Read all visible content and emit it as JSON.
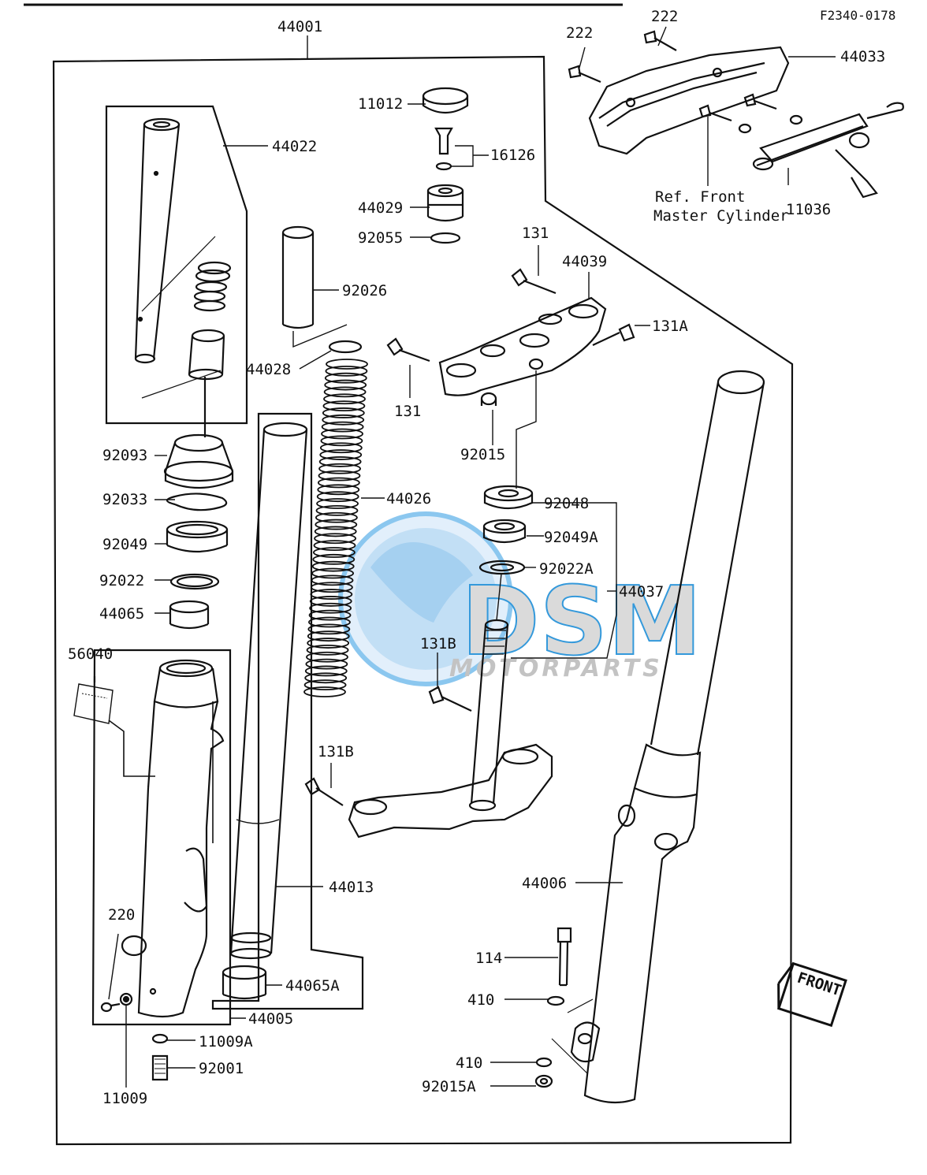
{
  "diagram": {
    "code": "F2340-0178",
    "labels": {
      "l44001": "44001",
      "l44022": "44022",
      "l11012": "11012",
      "l16126": "16126",
      "l44029": "44029",
      "l92055": "92055",
      "l92026": "92026",
      "l44028": "44028",
      "l92093": "92093",
      "l92033": "92033",
      "l92049": "92049",
      "l92022": "92022",
      "l44065": "44065",
      "l56040": "56040",
      "l220": "220",
      "l11009": "11009",
      "l11009A": "11009A",
      "l92001": "92001",
      "l44005": "44005",
      "l44065A": "44065A",
      "l44013": "44013",
      "l44026": "44026",
      "l131a": "131",
      "l131b": "131",
      "l44039": "44039",
      "l131A": "131A",
      "l92015": "92015",
      "l92048": "92048",
      "l92049A": "92049A",
      "l92022A": "92022A",
      "l44037": "44037",
      "l131B1": "131B",
      "l131B2": "131B",
      "l44006": "44006",
      "l114": "114",
      "l410a": "410",
      "l410b": "410",
      "l92015A": "92015A",
      "l222a": "222",
      "l222b": "222",
      "l44033": "44033",
      "l11036": "11036",
      "ref1": "Ref. Front",
      "ref2": "Master Cylinder",
      "front": "FRONT"
    },
    "watermark": {
      "main": "DSM",
      "sub": "MOTORPARTS",
      "color": "#2b9be0"
    }
  }
}
